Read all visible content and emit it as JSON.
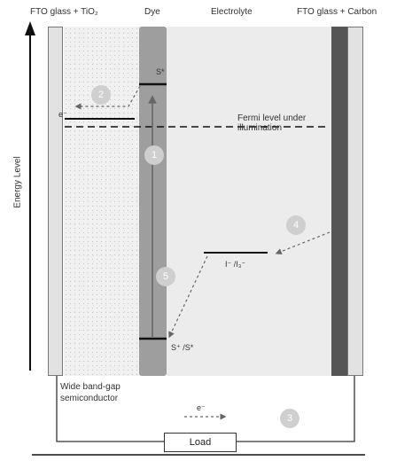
{
  "headers": {
    "fto_tio2": "FTO glass + TiO₂",
    "dye": "Dye",
    "electrolyte": "Electrolyte",
    "fto_carbon": "FTO glass + Carbon"
  },
  "labels": {
    "energy_level": "Energy Level",
    "s_star": "S*",
    "electron_top": "e⁻",
    "fermi_level": "Fermi level under illumination",
    "redox": "I⁻ /I₃⁻",
    "s_plus": "S⁺ /S*",
    "semiconductor": "Wide band-gap semiconductor",
    "electron_bottom": "e⁻",
    "load": "Load"
  },
  "steps": [
    "1",
    "2",
    "3",
    "4",
    "5"
  ],
  "colors": {
    "dye_band": "#9e9e9e",
    "carbon_electrode": "#555555",
    "step_circle": "#cfcfcf",
    "electrolyte_bg": "#ececec"
  }
}
